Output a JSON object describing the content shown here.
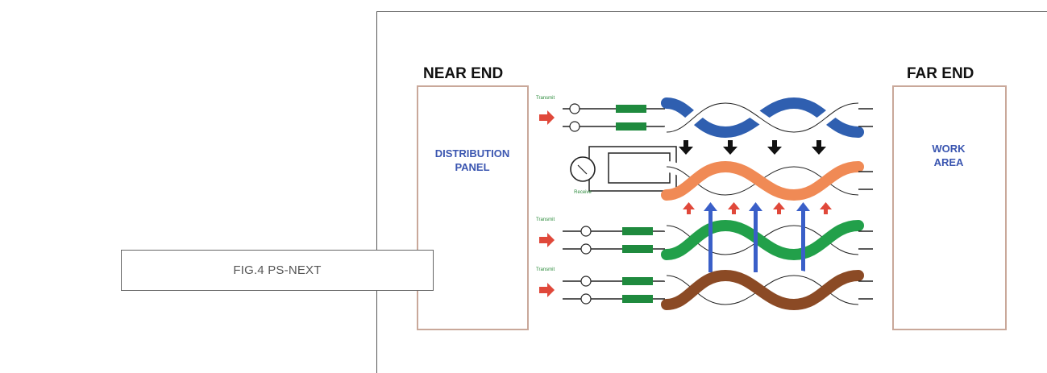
{
  "caption": "FIG.4 PS-NEXT",
  "diagram": {
    "near_end_title": "NEAR END",
    "far_end_title": "FAR END",
    "near_panel_line1": "DISTRIBUTION",
    "near_panel_line2": "PANEL",
    "far_panel_line1": "WORK",
    "far_panel_line2": "AREA",
    "transmit_label": "Transmit",
    "receive_label": "Receive",
    "pair_colors": [
      "#2f5fb0",
      "#f08a55",
      "#22a04a",
      "#8b4a25"
    ],
    "transmit_arrow_color": "#e0483a",
    "coupling_arrow_colors": {
      "next_black": "#111111",
      "near_red": "#e0483a",
      "far_blue": "#3a5fc8"
    },
    "panel_text_color": "#3a55b0"
  }
}
